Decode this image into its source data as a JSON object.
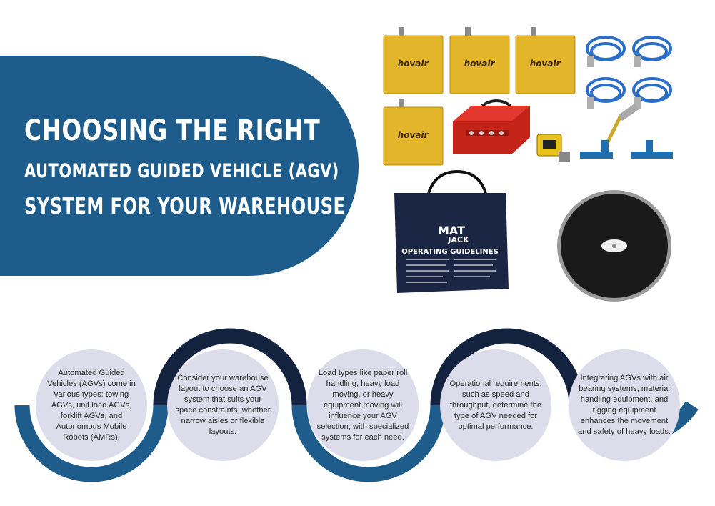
{
  "header": {
    "title_line_1": "CHOOSING THE RIGHT",
    "title_line_2": "AUTOMATED GUIDED VEHICLE (AGV)",
    "title_line_3": "SYSTEM FOR YOUR WAREHOUSE"
  },
  "products": {
    "pad_brand": "hovair",
    "bag_brand_line_1": "MAT",
    "bag_brand_line_2": "JACK",
    "bag_heading": "OPERATING GUIDELINES"
  },
  "timeline": {
    "steps": [
      {
        "text": "Automated Guided Vehicles (AGVs) come in various types: towing AGVs, unit load AGVs, forklift AGVs, and Autonomous Mobile Robots (AMRs)."
      },
      {
        "text": "Consider your warehouse layout to choose an AGV system that suits your space constraints, whether narrow aisles or flexible layouts."
      },
      {
        "text": "Load types like paper roll handling, heavy load moving, or heavy equipment moving will influence your AGV selection, with specialized systems for each need."
      },
      {
        "text": "Operational requirements, such as speed and throughput, determine the type of AGV needed for optimal performance."
      },
      {
        "text": "Integrating AGVs with air bearing systems, material handling equipment, and rigging equipment enhances the movement and safety of heavy loads."
      }
    ]
  },
  "colors": {
    "banner": "#1e5c8c",
    "arc_blue": "#1e5c8c",
    "arc_navy": "#13233f",
    "circle_fill": "#dcdcea",
    "pad_yellow": "#e3b52a",
    "toolbox_red": "#d0281e",
    "hose_blue": "#2a6ec8",
    "bag_navy": "#1a2644"
  },
  "icons": [
    "hovair-pad-icon",
    "air-hose-icon",
    "control-toolbox-icon",
    "gauge-icon",
    "tee-fitting-icon",
    "operating-bag-icon",
    "air-caster-disc-icon"
  ]
}
